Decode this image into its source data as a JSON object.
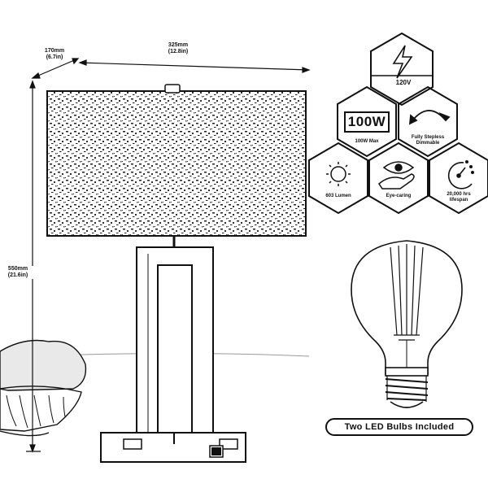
{
  "dimensions": {
    "depth": "170mm",
    "depth_in": "(6.7in)",
    "width": "325mm",
    "width_in": "(12.8in)",
    "height": "550mm",
    "height_in": "(21.6in)"
  },
  "features": {
    "voltage": "120V",
    "wattage_box": "100W",
    "wattage_caption": "100W Max",
    "dimming_caption": "Fully Stepless Dimmable",
    "lumens_caption": "603 Lumen",
    "eye_caption": "Eye-caring",
    "lifespan_caption": "20,000 hrs lifespan"
  },
  "badge": "Two LED Bulbs Included",
  "colors": {
    "line": "#111111",
    "background": "#ffffff"
  }
}
